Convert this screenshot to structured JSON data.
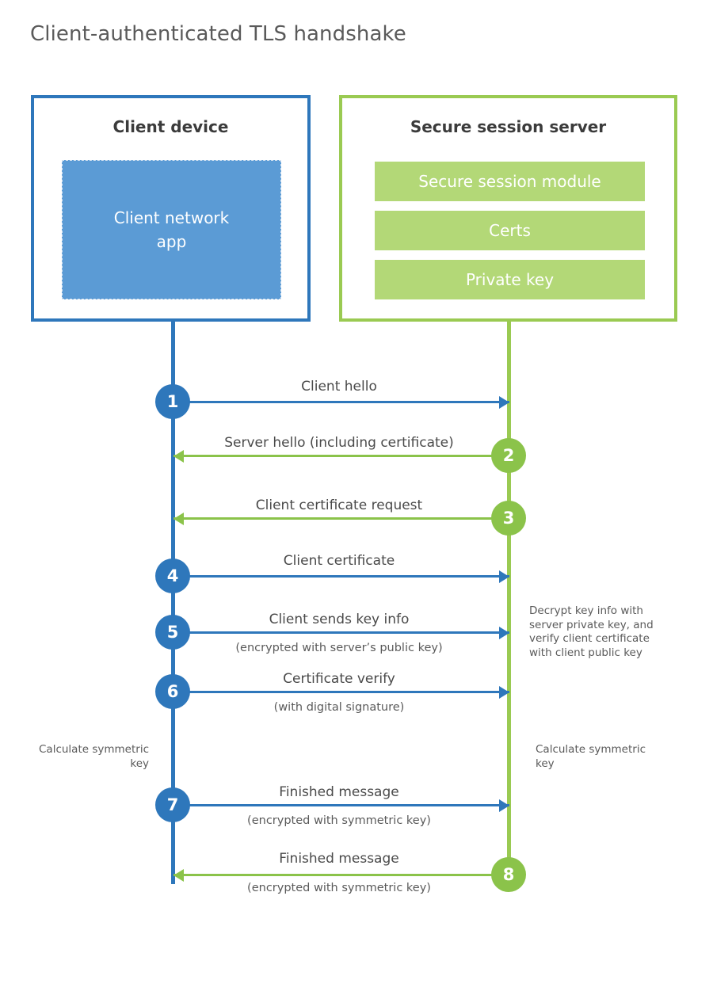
{
  "title": "Client-authenticated TLS handshake",
  "colors": {
    "client_blue": "#2e77bb",
    "client_app_fill": "#5b9bd5",
    "server_green": "#9aca52",
    "server_bar_fill": "#b3d877",
    "arrow_green": "#8bc34a",
    "text": "#4a4a4a",
    "background": "#ffffff"
  },
  "actors": {
    "client": {
      "title": "Client device",
      "app_label": "Client network app"
    },
    "server": {
      "title": "Secure session server",
      "components": [
        "Secure session module",
        "Certs",
        "Private key"
      ]
    }
  },
  "messages": [
    {
      "step": "1",
      "label": "Client hello",
      "sublabel": "",
      "direction": "client-to-server",
      "color": "blue"
    },
    {
      "step": "2",
      "label": "Server hello (including certificate)",
      "sublabel": "",
      "direction": "server-to-client",
      "color": "green"
    },
    {
      "step": "3",
      "label": "Client certificate request",
      "sublabel": "",
      "direction": "server-to-client",
      "color": "green"
    },
    {
      "step": "4",
      "label": "Client certificate",
      "sublabel": "",
      "direction": "client-to-server",
      "color": "blue"
    },
    {
      "step": "5",
      "label": "Client sends key info",
      "sublabel": "(encrypted with server’s public key)",
      "direction": "client-to-server",
      "color": "blue"
    },
    {
      "step": "6",
      "label": "Certificate verify",
      "sublabel": "(with digital signature)",
      "direction": "client-to-server",
      "color": "blue"
    },
    {
      "step": "7",
      "label": "Finished message",
      "sublabel": "(encrypted with symmetric key)",
      "direction": "client-to-server",
      "color": "blue"
    },
    {
      "step": "8",
      "label": "Finished message",
      "sublabel": "(encrypted with symmetric key)",
      "direction": "server-to-client",
      "color": "green"
    }
  ],
  "notes": {
    "server_decrypt": "Decrypt key info with server private key, and verify client certificate with client public key",
    "client_calculate": "Calculate symmetric key",
    "server_calculate": "Calculate symmetric key"
  }
}
